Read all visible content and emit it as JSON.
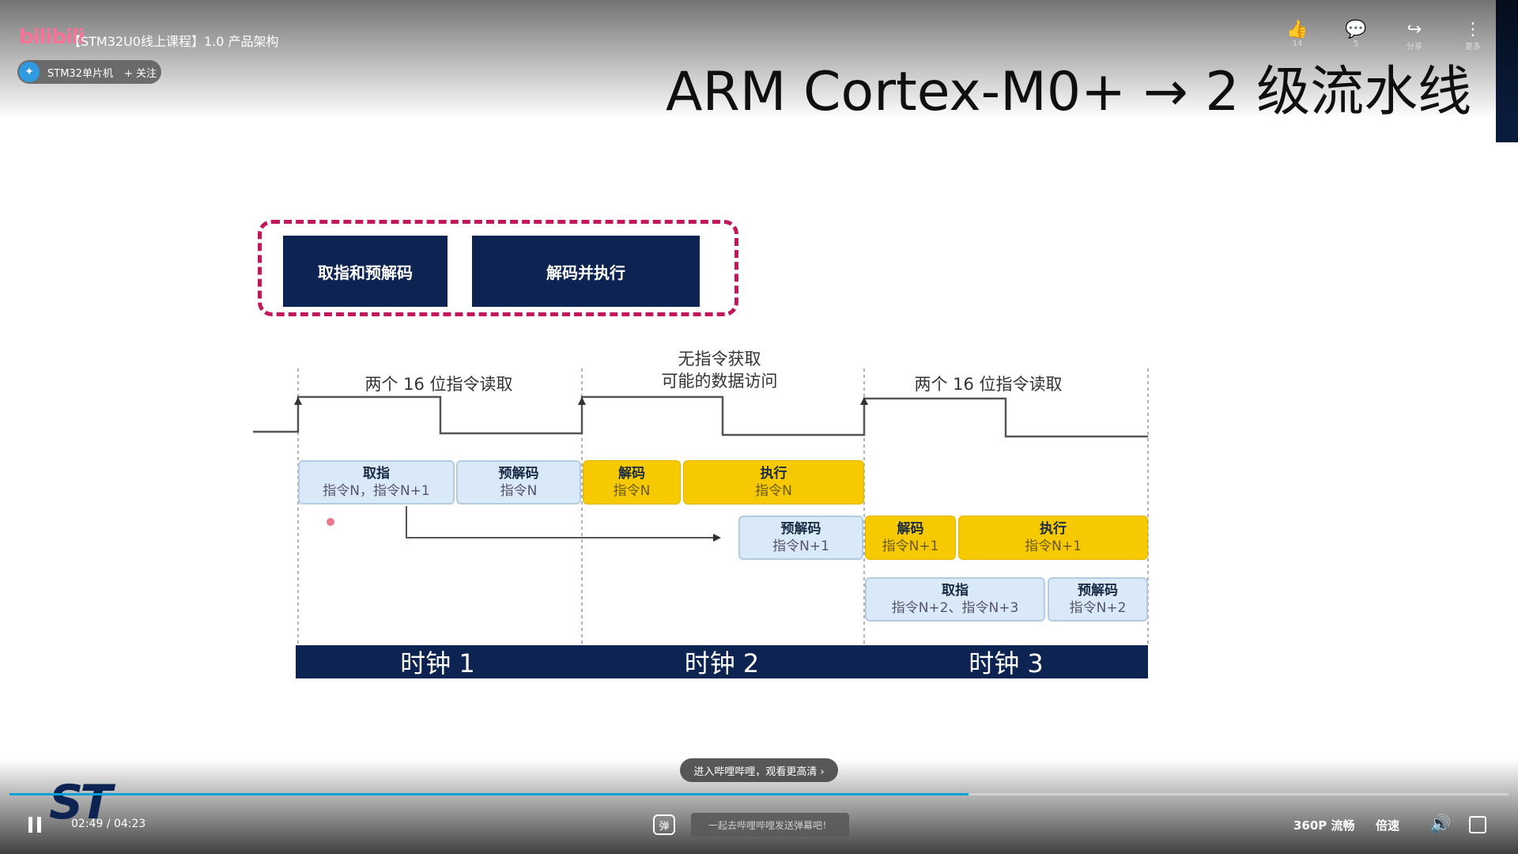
{
  "header": {
    "logo_text": "bilibili",
    "title": "【STM32U0线上课程】1.0 产品架构",
    "channel": {
      "name": "STM32单片机",
      "follow_label": "+ 关注"
    }
  },
  "actions": [
    {
      "icon": "thumbs-up-icon",
      "label": "14"
    },
    {
      "icon": "comment-icon",
      "label": "5"
    },
    {
      "icon": "share-icon",
      "label": "分享"
    },
    {
      "icon": "more-icon",
      "label": "更多"
    }
  ],
  "slide": {
    "title": "ARM Cortex-M0+ → 2 级流水线",
    "stage_blocks": [
      "取指和预解码",
      "解码并执行"
    ],
    "clock_annotations": [
      "两个 16 位指令读取",
      "无指令获取\n可能的数据访问",
      "两个 16 位指令读取"
    ],
    "row1": [
      {
        "title": "取指",
        "sub": "指令N，指令N+1",
        "color": "blue"
      },
      {
        "title": "预解码",
        "sub": "指令N",
        "color": "blue"
      },
      {
        "title": "解码",
        "sub": "指令N",
        "color": "yellow"
      },
      {
        "title": "执行",
        "sub": "指令N",
        "color": "yellow"
      }
    ],
    "row2": [
      {
        "title": "预解码",
        "sub": "指令N+1",
        "color": "blue"
      },
      {
        "title": "解码",
        "sub": "指令N+1",
        "color": "yellow"
      },
      {
        "title": "执行",
        "sub": "指令N+1",
        "color": "yellow"
      }
    ],
    "row3": [
      {
        "title": "取指",
        "sub": "指令N+2、指令N+3",
        "color": "blue"
      },
      {
        "title": "预解码",
        "sub": "指令N+2",
        "color": "blue"
      }
    ],
    "clocks": [
      "时钟 1",
      "时钟 2",
      "时钟 3"
    ],
    "logo": "ST"
  },
  "player": {
    "hint": "进入哔哩哔哩，观看更高清 ›",
    "current_time": "02:49",
    "duration": "04:23",
    "progress": 0.64,
    "danmaku_icon": "弹",
    "danmaku_placeholder": "一起去哔哩哔哩发送弹幕吧！",
    "quality": "360P 流畅",
    "speed": "倍速",
    "accent_color": "#00a1d6"
  }
}
